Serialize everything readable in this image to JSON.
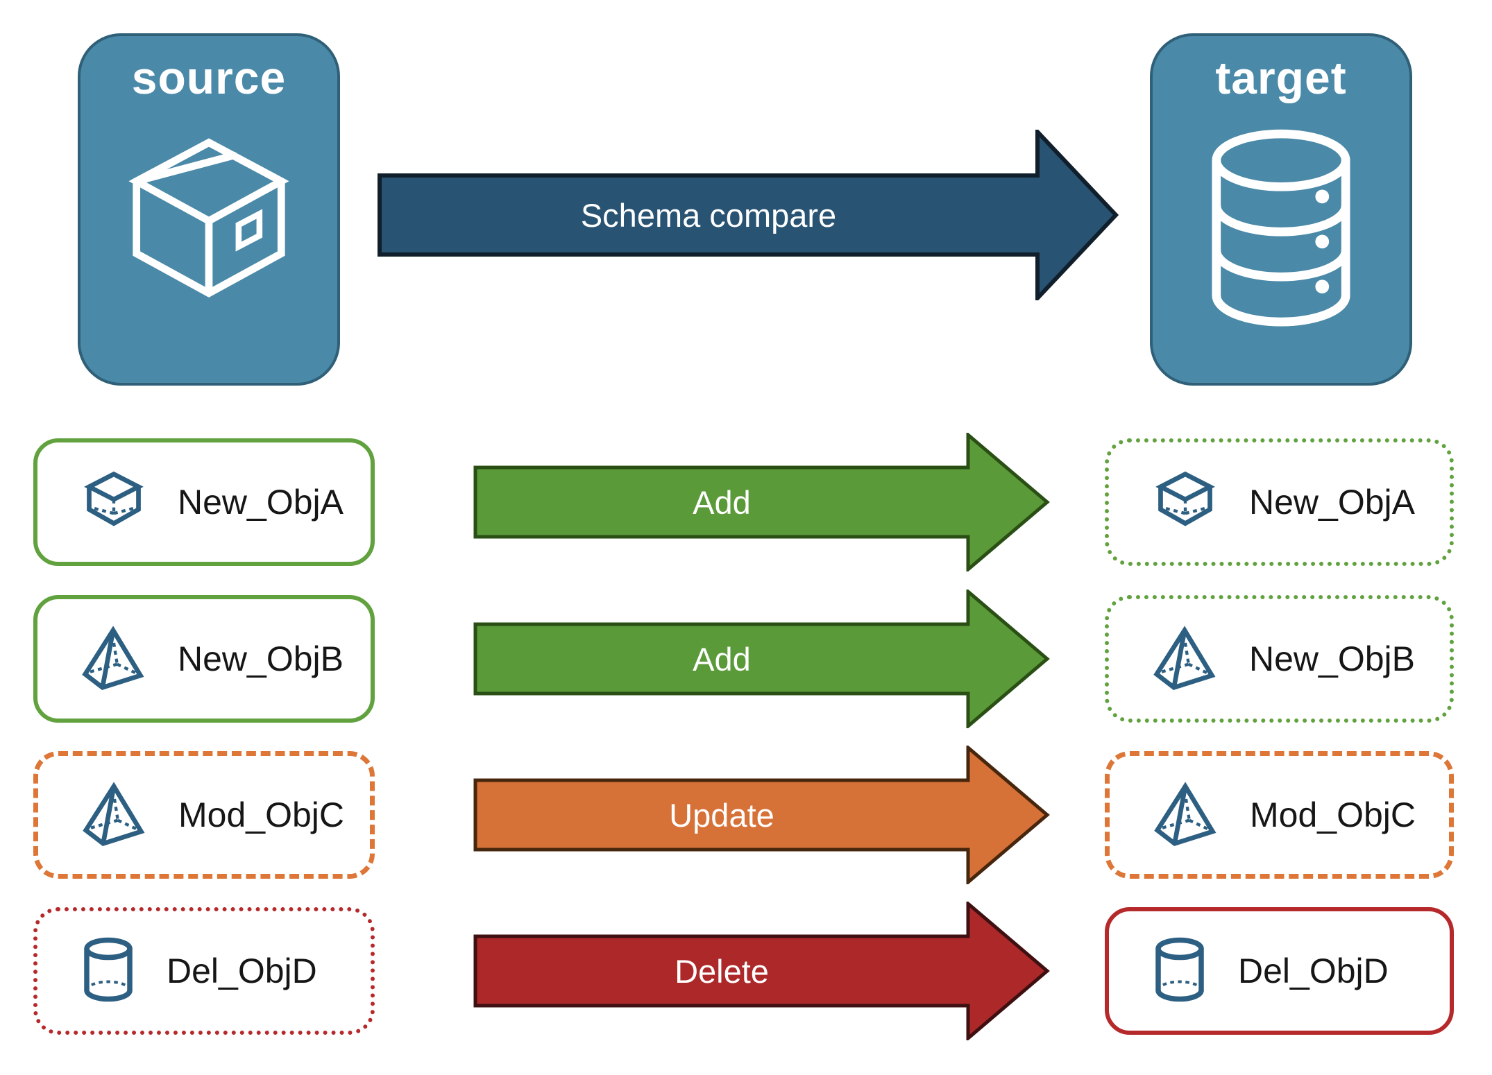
{
  "source_card": {
    "title": "source",
    "icon": "package-box-icon"
  },
  "target_card": {
    "title": "target",
    "icon": "database-icon"
  },
  "schema_arrow": {
    "label": "Schema compare",
    "fill": "#285373"
  },
  "rows": [
    {
      "name": "New_ObjA",
      "icon": "cube-icon",
      "action": "Add",
      "arrow_fill": "#5b9a39",
      "source_border": "solid green",
      "target_border": "dotted green"
    },
    {
      "name": "New_ObjB",
      "icon": "pyramid-icon",
      "action": "Add",
      "arrow_fill": "#5b9a39",
      "source_border": "solid green",
      "target_border": "dotted green"
    },
    {
      "name": "Mod_ObjC",
      "icon": "pyramid-icon",
      "action": "Update",
      "arrow_fill": "#d67138",
      "source_border": "dashed orange",
      "target_border": "dashed orange"
    },
    {
      "name": "Del_ObjD",
      "icon": "cylinder-icon",
      "action": "Delete",
      "arrow_fill": "#ac2829",
      "source_border": "dotted red",
      "target_border": "solid red"
    }
  ],
  "colors": {
    "big_card_fill": "#4a89a8",
    "big_card_border": "#2f6078",
    "schema_arrow_fill": "#285373",
    "add_green": "#5b9a39",
    "update_orange": "#d67138",
    "delete_red": "#ac2829",
    "outline_green": "#61a23f",
    "outline_orange": "#dd7636",
    "outline_red": "#b5292b",
    "object_icon_blue": "#2c5f82"
  }
}
